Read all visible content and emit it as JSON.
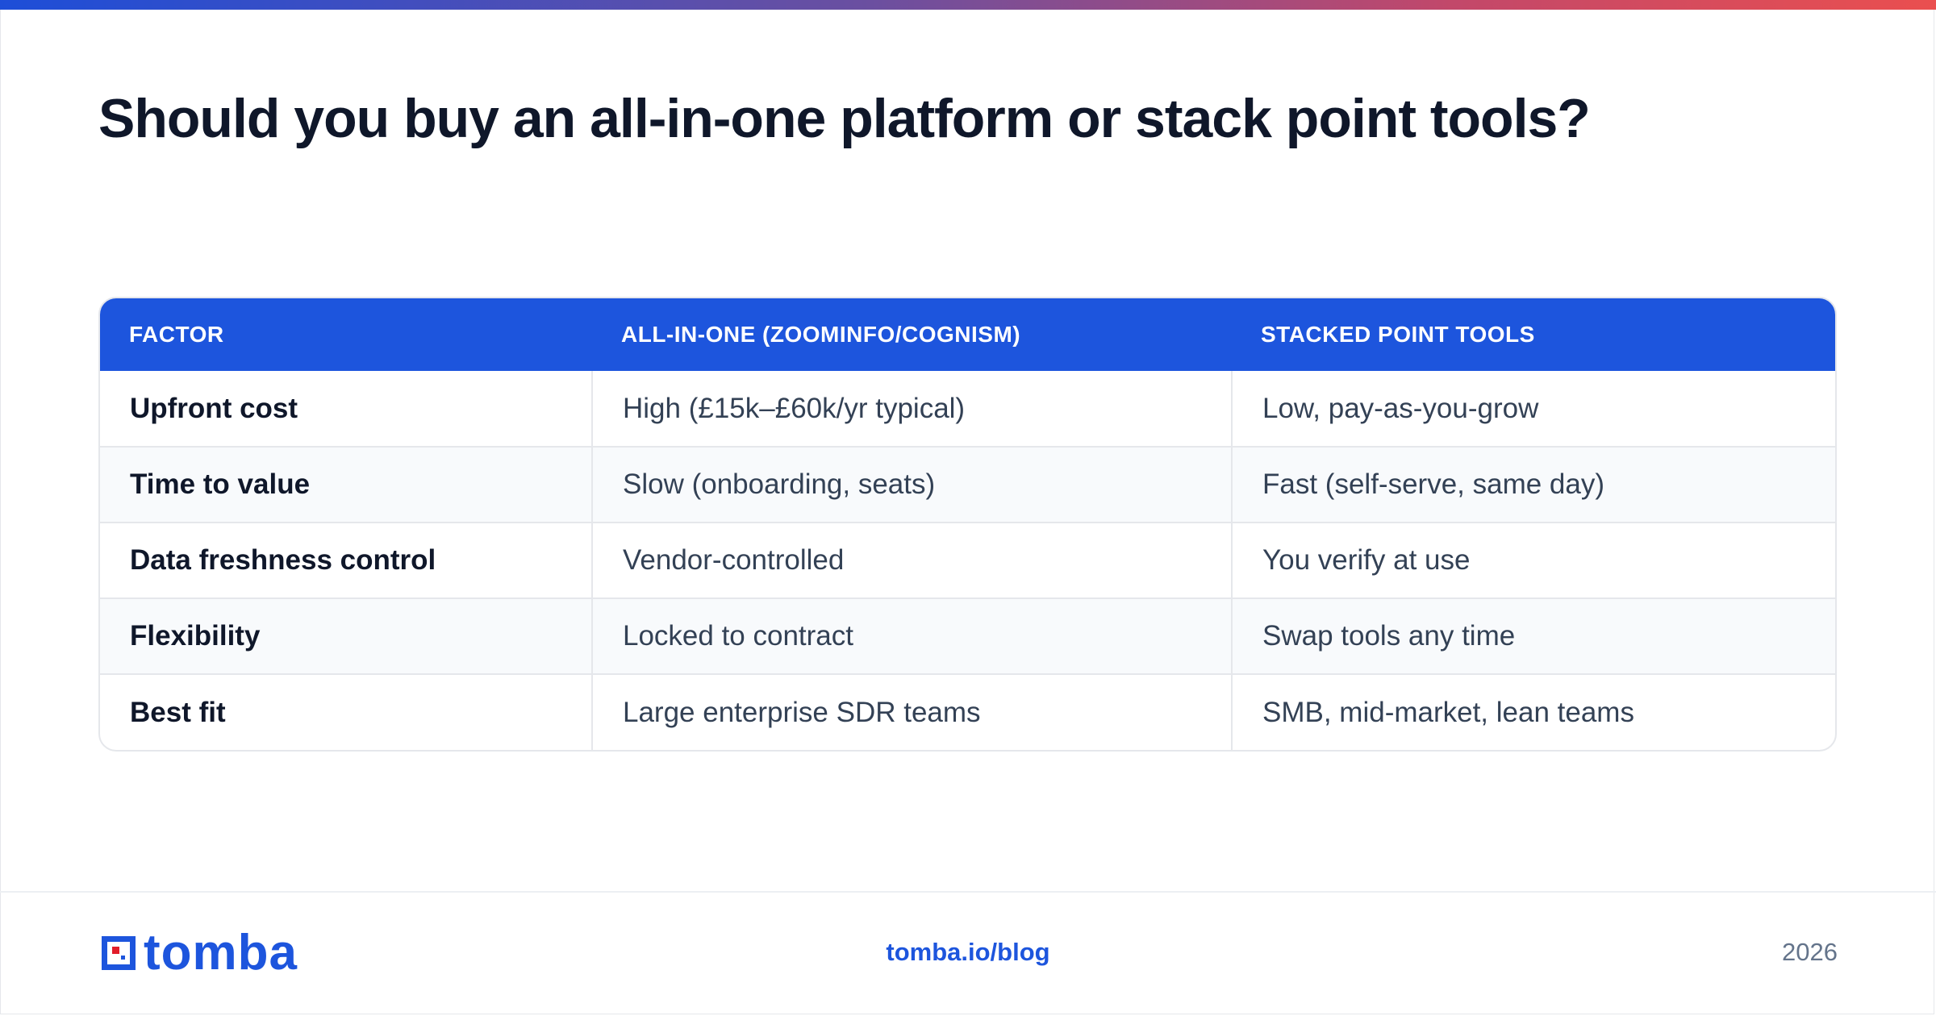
{
  "title": "Should you buy an all-in-one platform or stack point tools?",
  "table": {
    "headers": [
      "FACTOR",
      "ALL-IN-ONE (ZOOMINFO/COGNISM)",
      "STACKED POINT TOOLS"
    ],
    "rows": [
      [
        "Upfront cost",
        "High (£15k–£60k/yr typical)",
        "Low, pay-as-you-grow"
      ],
      [
        "Time to value",
        "Slow (onboarding, seats)",
        "Fast (self-serve, same day)"
      ],
      [
        "Data freshness control",
        "Vendor-controlled",
        "You verify at use"
      ],
      [
        "Flexibility",
        "Locked to contract",
        "Swap tools any time"
      ],
      [
        "Best fit",
        "Large enterprise SDR teams",
        "SMB, mid-market, lean teams"
      ]
    ]
  },
  "footer": {
    "logo_text": "tomba",
    "logo_icon": "tomba-logo-mark-icon",
    "url": "tomba.io/blog",
    "year": "2026"
  },
  "colors": {
    "brand_blue": "#1d55dd",
    "accent_red": "#e11d2a",
    "gradient_start": "#1d4ed8",
    "gradient_end": "#ea4f4f"
  }
}
